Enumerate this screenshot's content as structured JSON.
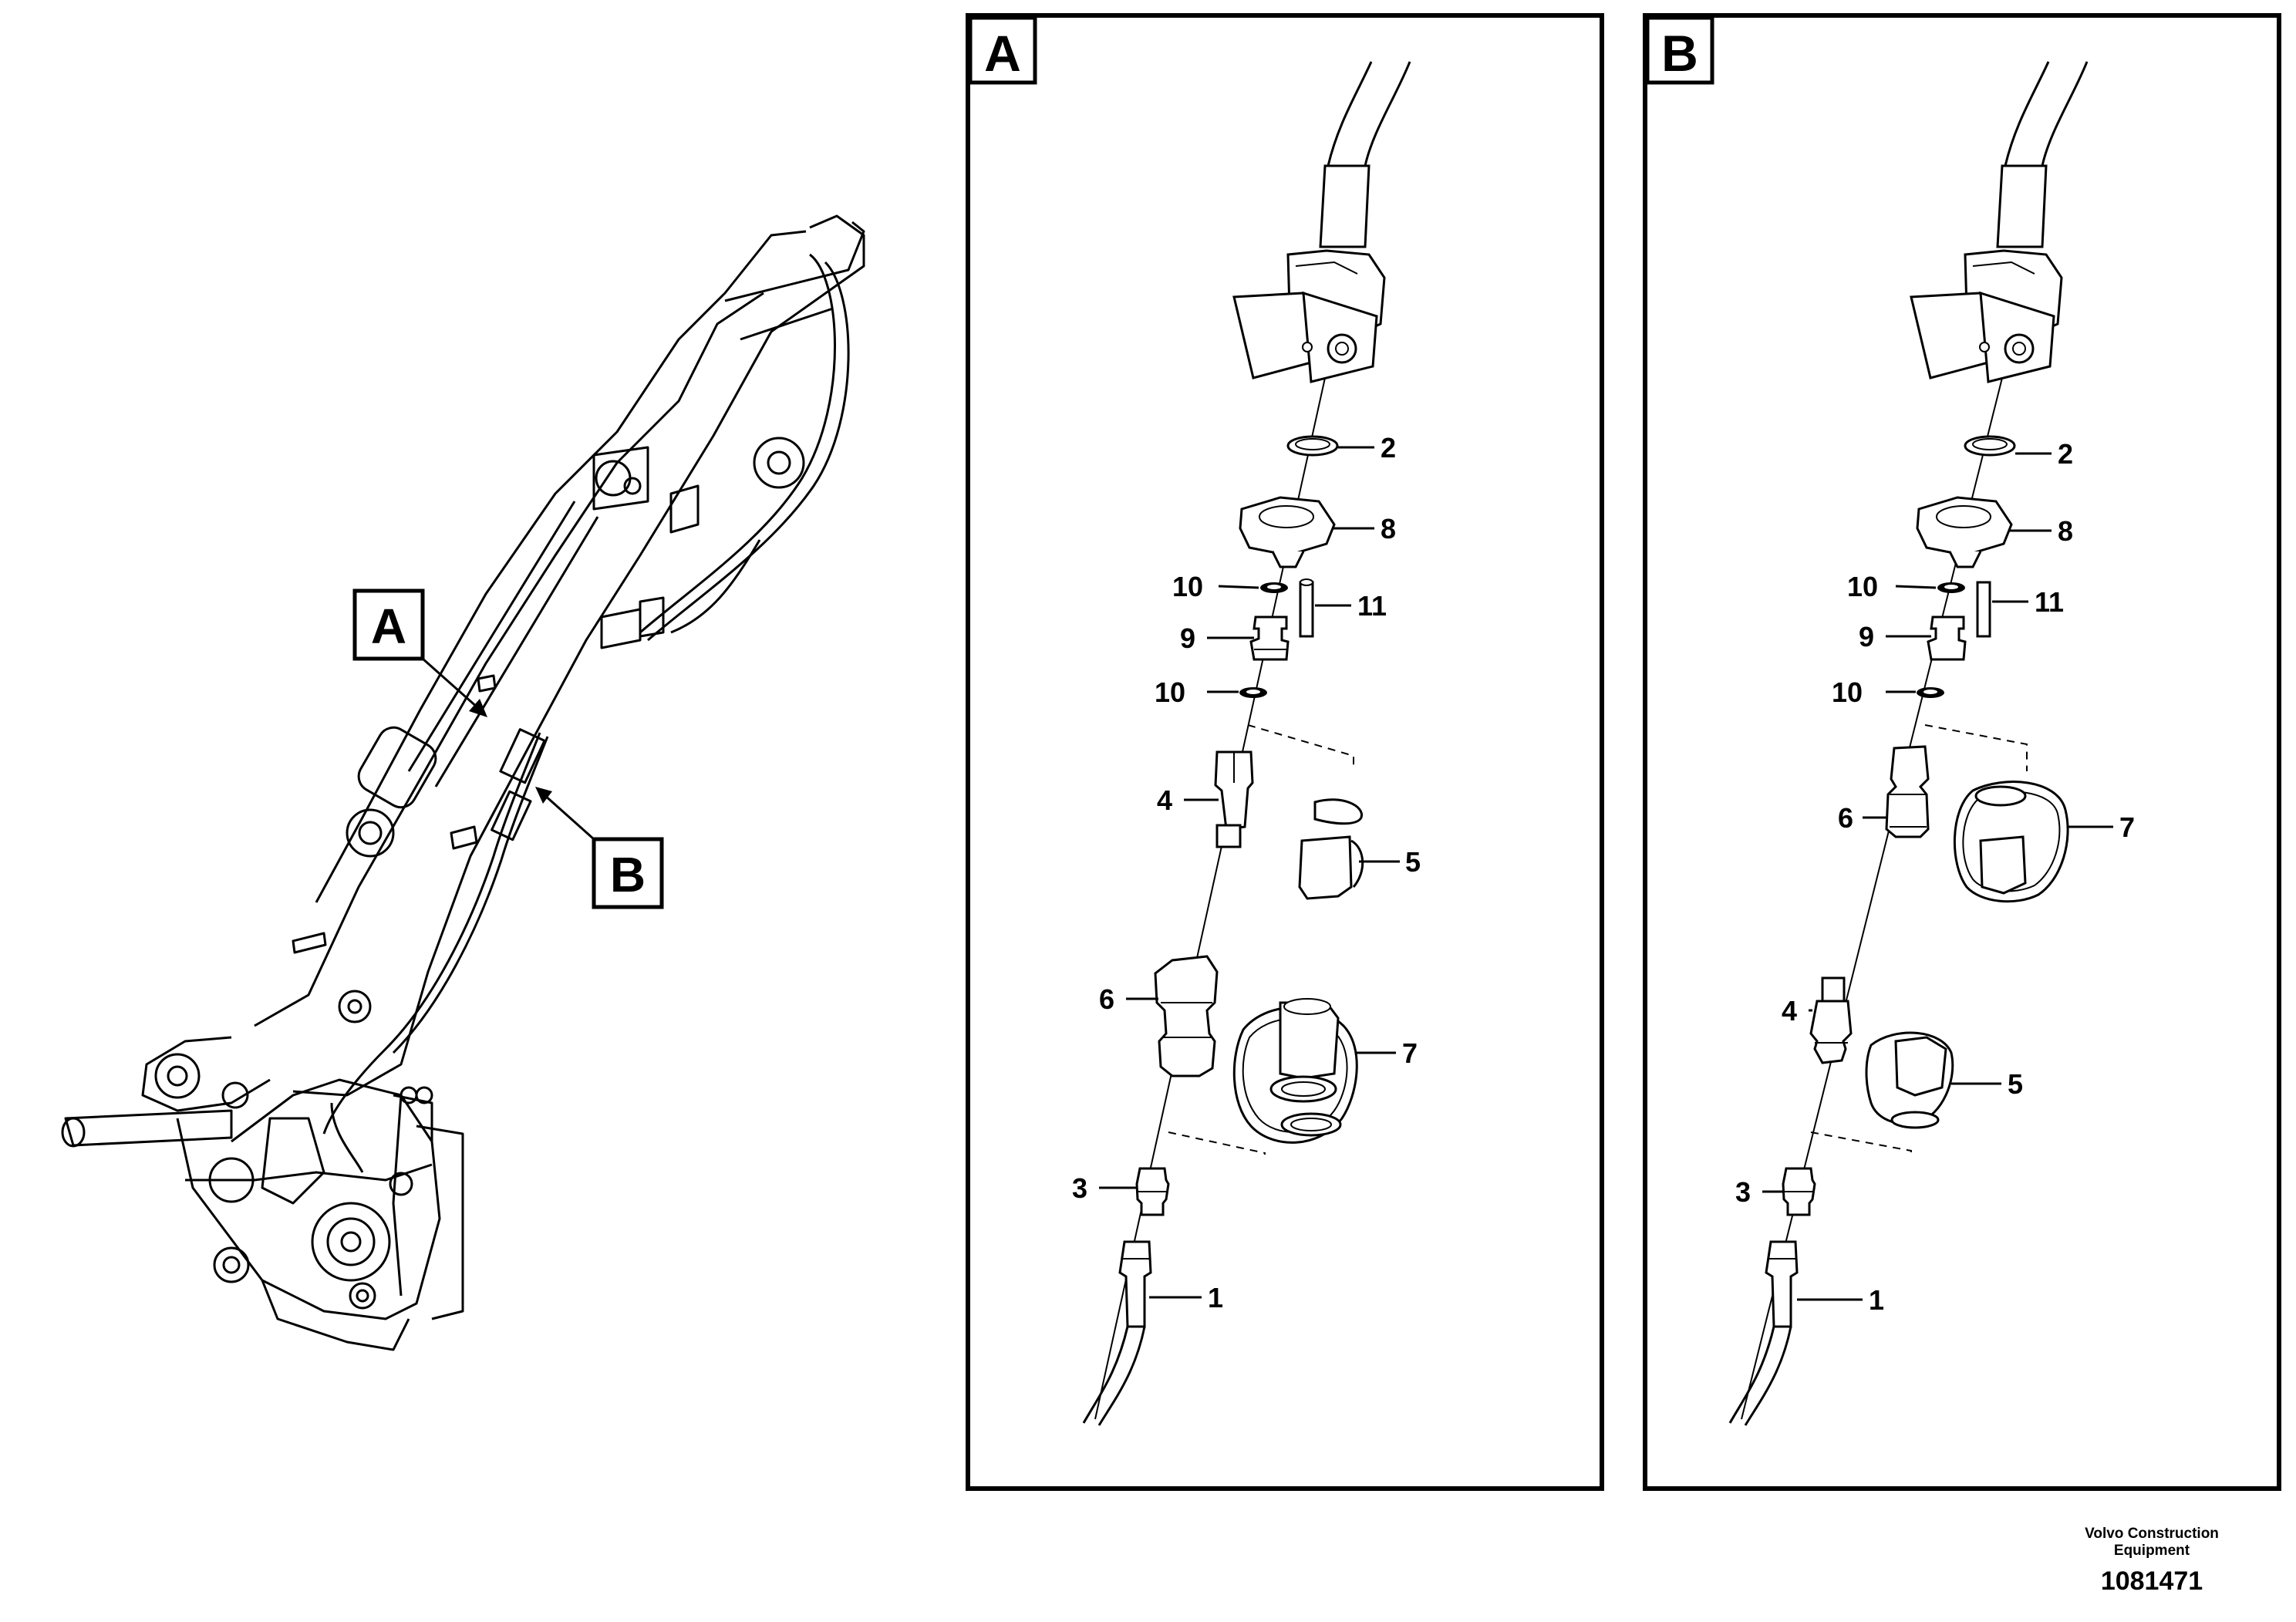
{
  "overview": {
    "callout_a": "A",
    "callout_b": "B"
  },
  "panel_a": {
    "letter": "A",
    "item_labels": [
      "2",
      "8",
      "10",
      "11",
      "9",
      "10",
      "4",
      "5",
      "6",
      "7",
      "3",
      "1"
    ]
  },
  "panel_b": {
    "letter": "B",
    "item_labels": [
      "2",
      "8",
      "10",
      "11",
      "9",
      "10",
      "6",
      "7",
      "4",
      "5",
      "3",
      "1"
    ]
  },
  "footer": {
    "company_line1": "Volvo Construction",
    "company_line2": "Equipment",
    "drawing_number": "1081471"
  }
}
